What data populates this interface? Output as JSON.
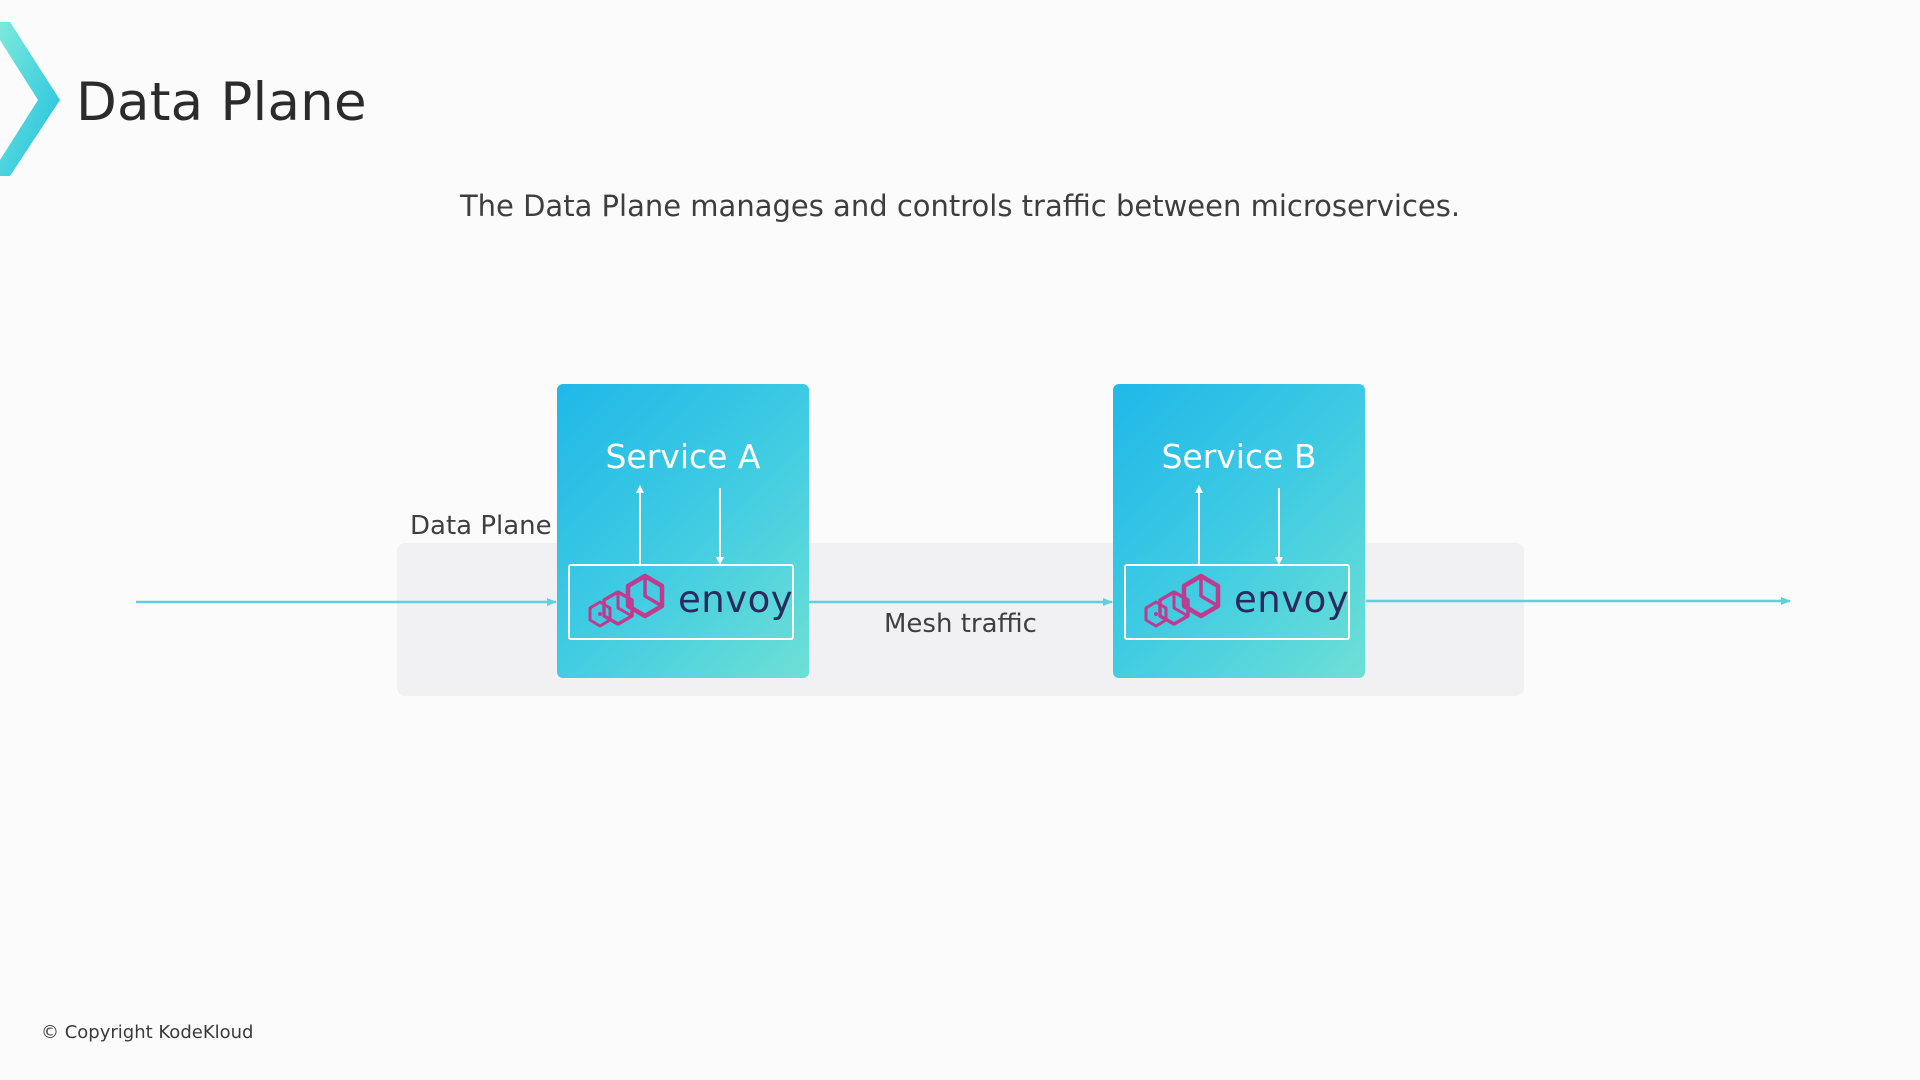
{
  "slide": {
    "title": "Data Plane",
    "subtitle": "The Data Plane manages and controls traffic between microservices.",
    "copyright": "© Copyright KodeKloud"
  },
  "diagram": {
    "plane_label": "Data Plane",
    "mesh_label": "Mesh traffic",
    "services": [
      {
        "name": "Service A",
        "proxy": "envoy"
      },
      {
        "name": "Service B",
        "proxy": "envoy"
      }
    ]
  },
  "colors": {
    "accent": "#3cc8e6",
    "arrow": "#5fd0dc",
    "envoy_logo": "#c03b8f",
    "envoy_text": "#2a2a5c"
  },
  "icons": {
    "corner": "kodekloud-chevron-icon",
    "envoy": "envoy-logo-icon"
  }
}
